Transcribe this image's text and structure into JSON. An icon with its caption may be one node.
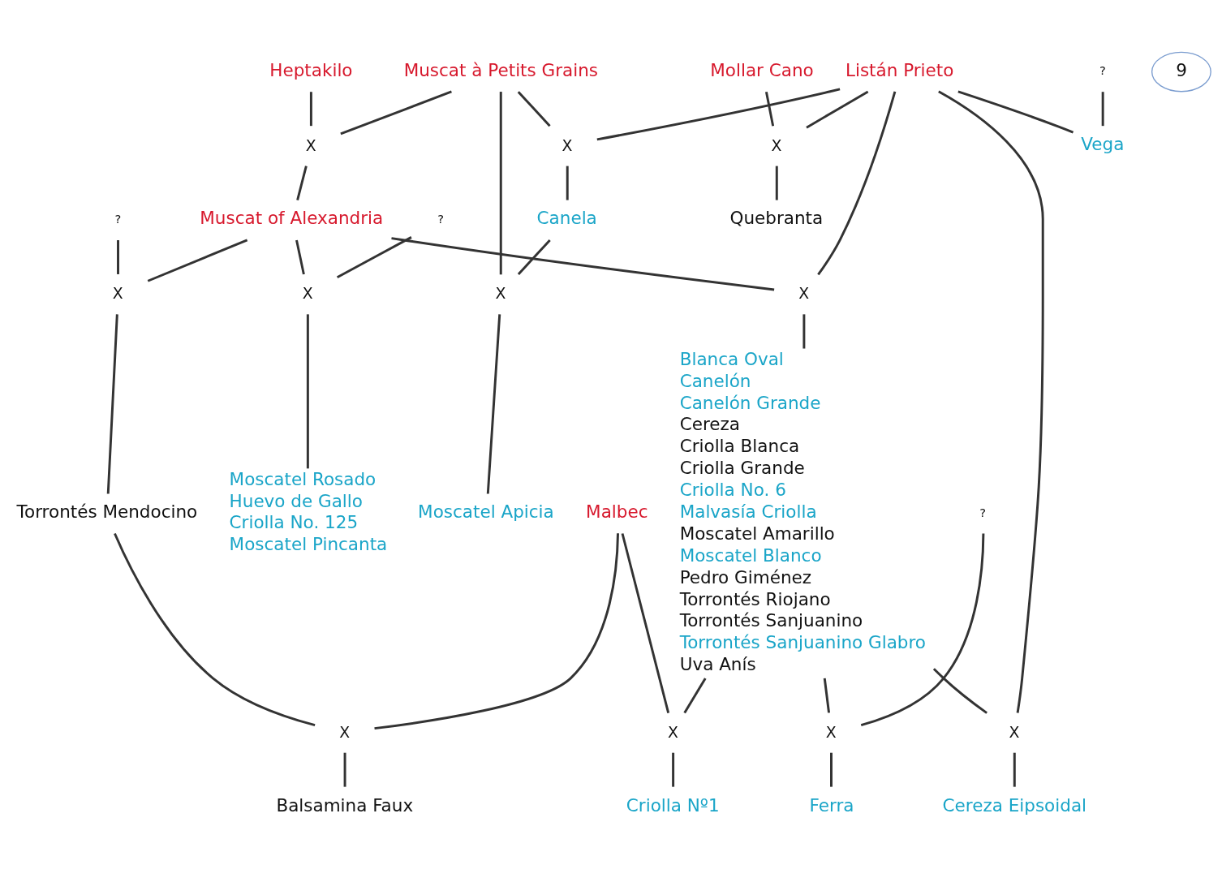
{
  "diagram": {
    "nodes": [
      {
        "text": [
          "Heptakilo"
        ]
      },
      {
        "text": [
          "Muscat à Petits Grains"
        ]
      },
      {
        "text": [
          "X"
        ]
      },
      {
        "text": [
          "X"
        ]
      },
      {
        "text": [
          "Listán Prieto"
        ]
      },
      {
        "text": [
          "Mollar Cano"
        ]
      },
      {
        "text": [
          "X"
        ]
      },
      {
        "text": [
          "Canela"
        ]
      },
      {
        "text": [
          "Malbec"
        ]
      },
      {
        "text": [
          "?"
        ]
      },
      {
        "text": [
          "Muscat of Alexandria"
        ]
      },
      {
        "text": [
          "Quebranta"
        ]
      },
      {
        "text": [
          "?"
        ]
      },
      {
        "text": [
          "X"
        ]
      },
      {
        "text": [
          "X"
        ]
      },
      {
        "text": [
          "X"
        ]
      },
      {
        "text": [
          "Blanca Oval",
          "Canelón",
          "Canelón Grande",
          "Cereza",
          "Criolla Blanca",
          "Criolla Grande",
          "Criolla No. 6",
          "Malvasía Criolla",
          "Moscatel Amarillo",
          "Moscatel Blanco",
          "Pedro Giménez",
          "Torrontés Riojano",
          "Torrontés Sanjuanino",
          "Torrontés Sanjuanino Glabro",
          "Uva Anís"
        ]
      },
      {
        "text": [
          "Torrontés Mendocino"
        ]
      },
      {
        "text": [
          "Vega"
        ]
      },
      {
        "text": [
          "Moscatel Apicia"
        ]
      },
      {
        "text": [
          "X"
        ]
      },
      {
        "text": [
          "?"
        ]
      },
      {
        "text": [
          "X"
        ]
      },
      {
        "text": [
          "X"
        ]
      },
      {
        "text": [
          "Balsamina Faux"
        ]
      },
      {
        "text": [
          "Ferra"
        ]
      },
      {
        "text": [
          "Criolla Nº1"
        ]
      },
      {
        "text": [
          "X"
        ]
      },
      {
        "text": [
          "?"
        ]
      },
      {
        "text": [
          "X"
        ]
      },
      {
        "text": [
          "Cereza Eipsoidal"
        ]
      },
      {
        "text": [
          "Moscatel Rosado",
          "Huevo de Gallo",
          "Criolla No. 125",
          "Moscatel Pincanta"
        ]
      },
      {
        "text": [
          "9"
        ]
      }
    ],
    "edges": [
      {
        "from": 0,
        "to": 2,
        "arrow": "none"
      },
      {
        "from": 1,
        "to": 2,
        "arrow": "none"
      },
      {
        "from": 2,
        "to": 10,
        "arrow": "none"
      },
      {
        "from": 1,
        "to": 3,
        "arrow": "none"
      },
      {
        "from": 4,
        "to": 3,
        "arrow": "none"
      },
      {
        "from": 3,
        "to": 7,
        "arrow": "none"
      },
      {
        "from": 4,
        "to": 6,
        "arrow": "none"
      },
      {
        "from": 5,
        "to": 6,
        "arrow": "none"
      },
      {
        "from": 6,
        "to": 11,
        "arrow": "none"
      },
      {
        "from": 10,
        "to": 13,
        "arrow": "none"
      },
      {
        "from": 4,
        "to": 13,
        "arrow": "none"
      },
      {
        "from": 13,
        "to": 16,
        "arrow": "none"
      },
      {
        "from": 9,
        "to": 14,
        "arrow": "none"
      },
      {
        "from": 10,
        "to": 14,
        "arrow": "none"
      },
      {
        "from": 14,
        "to": 17,
        "arrow": "none"
      },
      {
        "from": 1,
        "to": 15,
        "arrow": "none"
      },
      {
        "from": 7,
        "to": 15,
        "arrow": "none"
      },
      {
        "from": 15,
        "to": 19,
        "arrow": "none"
      },
      {
        "from": 4,
        "to": 18,
        "arrow": "none"
      },
      {
        "from": 12,
        "to": 18,
        "arrow": "none"
      },
      {
        "from": 8,
        "to": 20,
        "arrow": "none"
      },
      {
        "from": 17,
        "to": 20,
        "arrow": "none"
      },
      {
        "from": 20,
        "to": 24,
        "arrow": "none"
      },
      {
        "from": 8,
        "to": 22,
        "arrow": "none"
      },
      {
        "from": 16,
        "to": 22,
        "arrow": "none"
      },
      {
        "from": 22,
        "to": 26,
        "arrow": "none"
      },
      {
        "from": 16,
        "to": 23,
        "arrow": "none"
      },
      {
        "from": 21,
        "to": 23,
        "arrow": "none"
      },
      {
        "from": 23,
        "to": 25,
        "arrow": "none"
      },
      {
        "from": 16,
        "to": 27,
        "arrow": "none"
      },
      {
        "from": 4,
        "to": 27,
        "arrow": "none"
      },
      {
        "from": 27,
        "to": 30,
        "arrow": "none"
      },
      {
        "from": 28,
        "to": 29,
        "arrow": "none"
      },
      {
        "from": 10,
        "to": 29,
        "arrow": "none"
      },
      {
        "from": 29,
        "to": 31,
        "arrow": "none"
      }
    ]
  }
}
